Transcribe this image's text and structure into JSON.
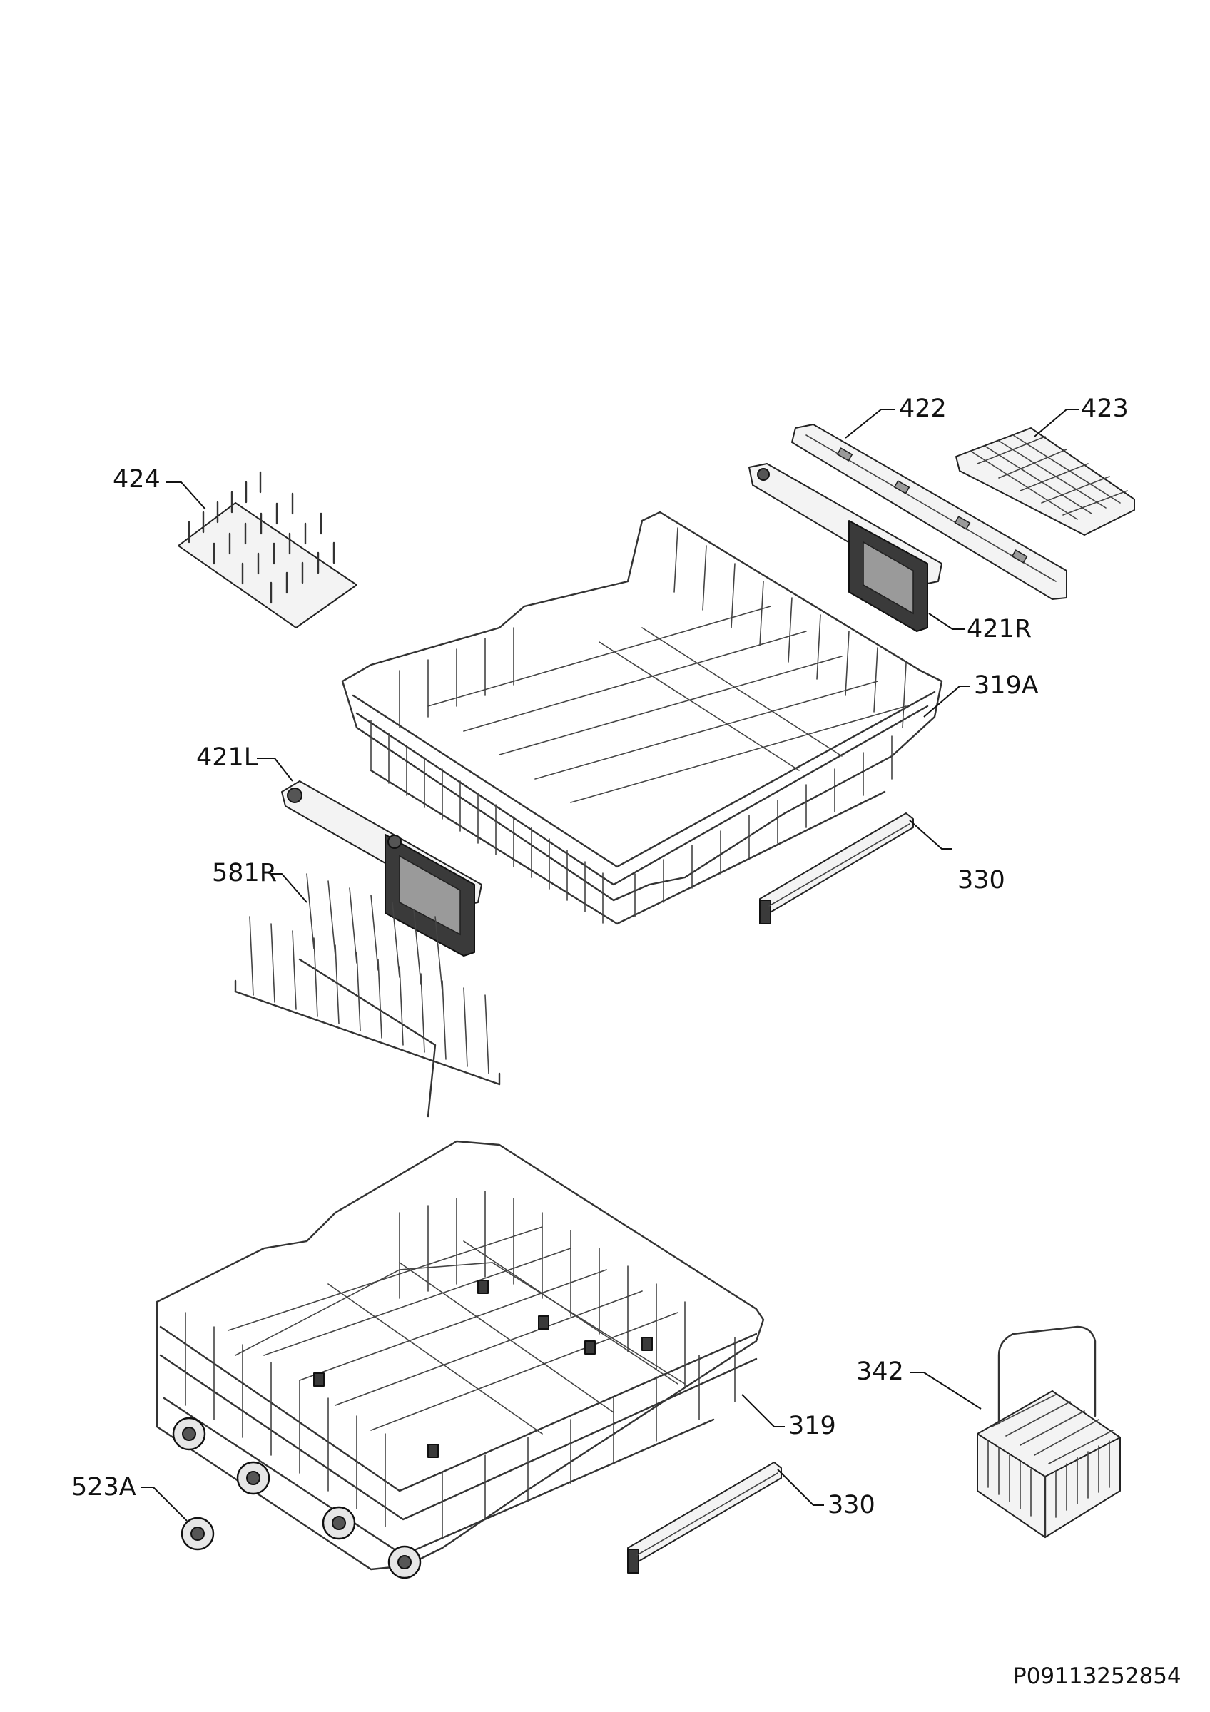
{
  "callouts": {
    "c424": "424",
    "c422": "422",
    "c423": "423",
    "c421R": "421R",
    "c319A": "319A",
    "c421L": "421L",
    "c581R": "581R",
    "c330_upper": "330",
    "c342": "342",
    "c319": "319",
    "c523A": "523A",
    "c330_lower": "330"
  },
  "document_number": "P09113252854"
}
